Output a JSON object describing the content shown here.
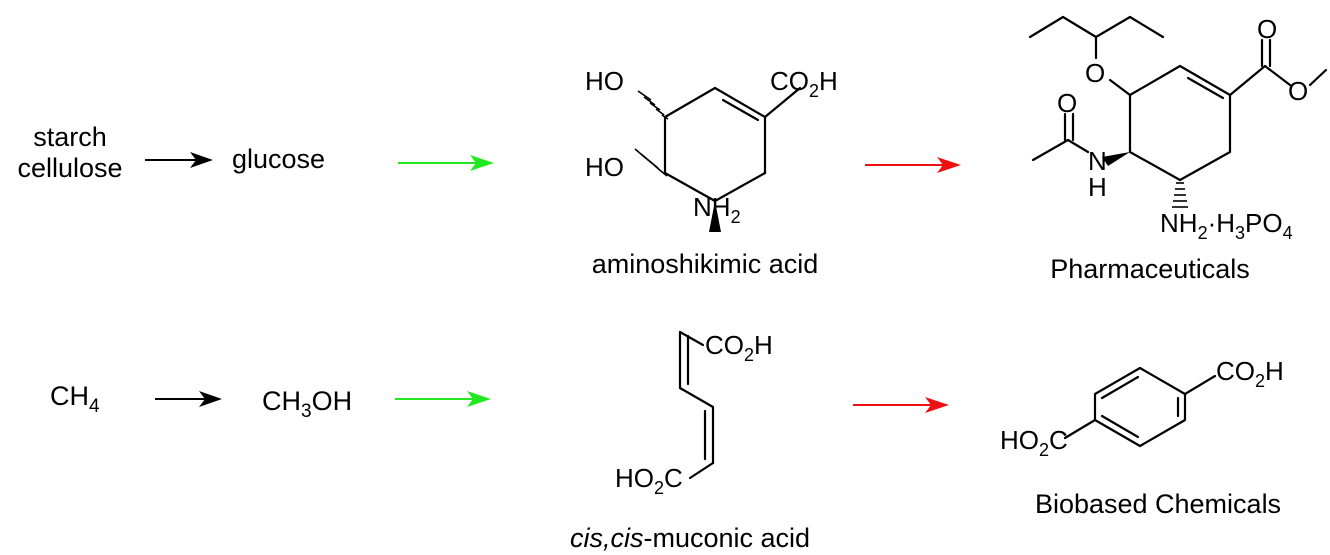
{
  "route1": {
    "start_line1": "starch",
    "start_line2": "cellulose",
    "intermediate": "glucose",
    "product_label": "aminoshikimic acid",
    "final_label": "Pharmaceuticals"
  },
  "route2": {
    "start": "CH4",
    "intermediate": "CH3OH",
    "product_label_italic": "cis,cis",
    "product_label_rest": "-muconic acid",
    "final_label": "Biobased Chemicals"
  },
  "atoms": {
    "ho": "HO",
    "co2h": "CO2H",
    "ho2c": "HO2C",
    "nh2": "NH2",
    "o": "O",
    "n": "N",
    "h": "H",
    "salt": "NH2·H3PO4"
  },
  "colors": {
    "arrow_black": "#000000",
    "arrow_green": "#22e822",
    "arrow_red": "#ee1111"
  }
}
